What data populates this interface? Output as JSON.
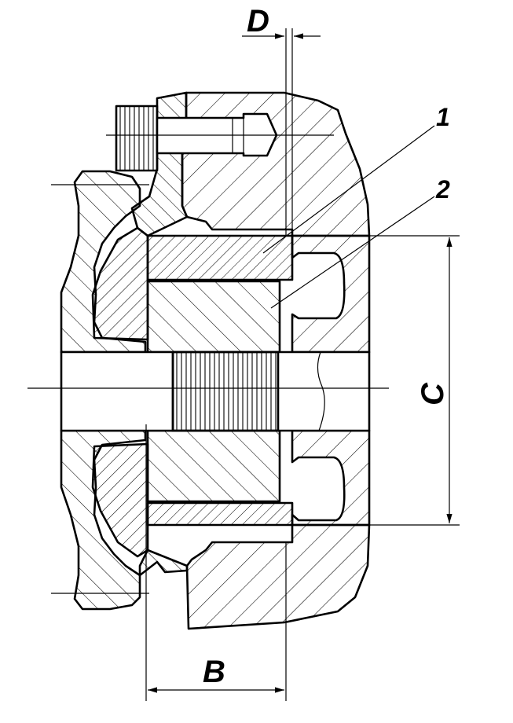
{
  "labels": {
    "dimension_b": "B",
    "dimension_c": "C",
    "dimension_d": "D",
    "callout_1": "1",
    "callout_2": "2"
  },
  "colors": {
    "line": "#000000",
    "background": "#ffffff"
  }
}
